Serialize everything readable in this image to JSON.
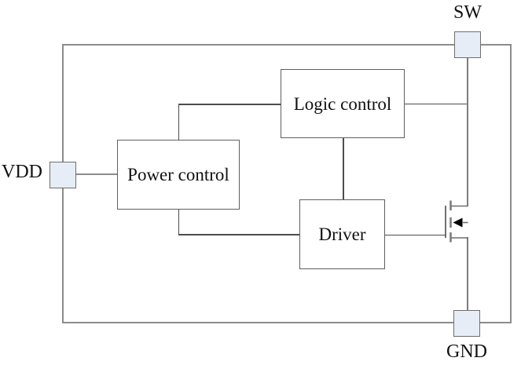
{
  "diagram": {
    "kind": "power-switch IC block diagram",
    "background": "#ffffff",
    "blocks": {
      "power_control": {
        "label": "Power control"
      },
      "logic_control": {
        "label": "Logic control"
      },
      "driver": {
        "label": "Driver"
      }
    },
    "pins": {
      "vdd": {
        "label": "VDD"
      },
      "sw": {
        "label": "SW"
      },
      "gnd": {
        "label": "GND"
      }
    },
    "transistor": {
      "symbol": "n-channel power MOSFET",
      "body_arrow_direction": "left"
    },
    "connections": [
      "VDD pad - Power control (left)",
      "Power control (top) - Logic control (left)",
      "Power control (bottom) - Driver (left)",
      "Logic control (bottom) - Driver (top)",
      "Logic control (right) - SW/drain node",
      "Driver (right) - MOSFET gate",
      "MOSFET drain - SW pad",
      "MOSFET source - GND pad"
    ],
    "colors": {
      "pad_fill": "#e7edf6",
      "pad_border": "#6e6e6e",
      "boundary_line": "#8c8c8c",
      "connector_line": "#4d4d4d",
      "block_border": "#5f5f5f",
      "text": "#111111"
    }
  }
}
